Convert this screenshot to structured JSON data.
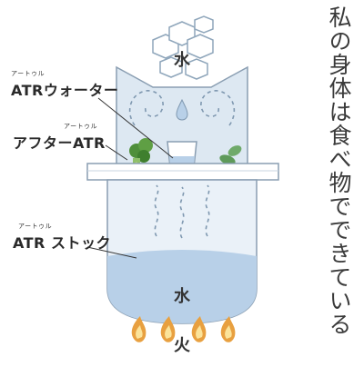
{
  "title": "私の身体は食べ物でできている",
  "labels": {
    "water_top": "水",
    "atr_water": {
      "ruby": "アートゥル",
      "text": "ATRウォーター"
    },
    "after_atr": {
      "ruby": "アートゥル",
      "text": "アフターATR"
    },
    "atr_stock": {
      "ruby": "アートゥル",
      "text": "ATR ストック"
    },
    "water_pot": "水",
    "fire": "火"
  },
  "colors": {
    "vessel_fill": "#dde8f2",
    "water_fill": "#b8d0e8",
    "outline": "#8a9eb2",
    "flame_outer": "#e8a040",
    "flame_inner": "#fbe39a",
    "steam": "#7f98b0"
  },
  "icons": [
    "ice-cubes-icon",
    "water-drop-icon",
    "glass-icon",
    "broccoli-icon",
    "berries-icon",
    "leaves-icon",
    "flame-icon"
  ]
}
